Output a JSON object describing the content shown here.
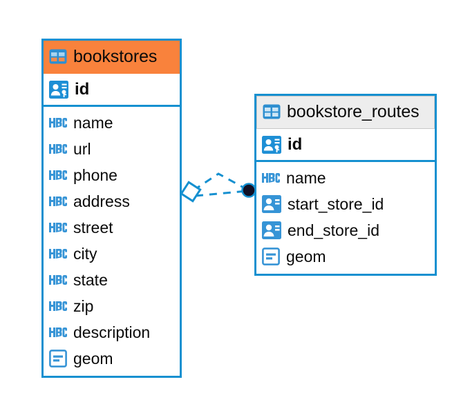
{
  "diagram": {
    "type": "entity-relationship-diagram",
    "background": "#ffffff",
    "accent_blue": "#1590d0",
    "accent_orange": "#f9823c",
    "header_grey": "#ededed",
    "text_color": "#0b0b0b"
  },
  "entities": [
    {
      "name": "bookstores",
      "title": "bookstores",
      "header_style": "orange",
      "icon": "table-icon",
      "primary_key": {
        "label": "id",
        "icon": "primary-key-icon"
      },
      "fields": [
        {
          "label": "name",
          "icon": "text-type-icon"
        },
        {
          "label": "url",
          "icon": "text-type-icon"
        },
        {
          "label": "phone",
          "icon": "text-type-icon"
        },
        {
          "label": "address",
          "icon": "text-type-icon"
        },
        {
          "label": "street",
          "icon": "text-type-icon"
        },
        {
          "label": "city",
          "icon": "text-type-icon"
        },
        {
          "label": "state",
          "icon": "text-type-icon"
        },
        {
          "label": "zip",
          "icon": "text-type-icon"
        },
        {
          "label": "description",
          "icon": "text-type-icon"
        },
        {
          "label": "geom",
          "icon": "geometry-type-icon"
        }
      ]
    },
    {
      "name": "bookstore_routes",
      "title": "bookstore_routes",
      "header_style": "grey",
      "icon": "table-icon",
      "primary_key": {
        "label": "id",
        "icon": "primary-key-icon"
      },
      "fields": [
        {
          "label": "name",
          "icon": "text-type-icon"
        },
        {
          "label": "start_store_id",
          "icon": "foreign-key-icon"
        },
        {
          "label": "end_store_id",
          "icon": "foreign-key-icon"
        },
        {
          "label": "geom",
          "icon": "geometry-type-icon"
        }
      ]
    }
  ],
  "relationship": {
    "name": "bookstores-to-bookstore-routes",
    "source_entity": "bookstores",
    "target_entity": "bookstore_routes",
    "line_style": "dashed",
    "line_color": "#1590d0",
    "source_marker": "diamond-open",
    "target_marker": "circle-filled",
    "target_marker_color": "#111126"
  }
}
